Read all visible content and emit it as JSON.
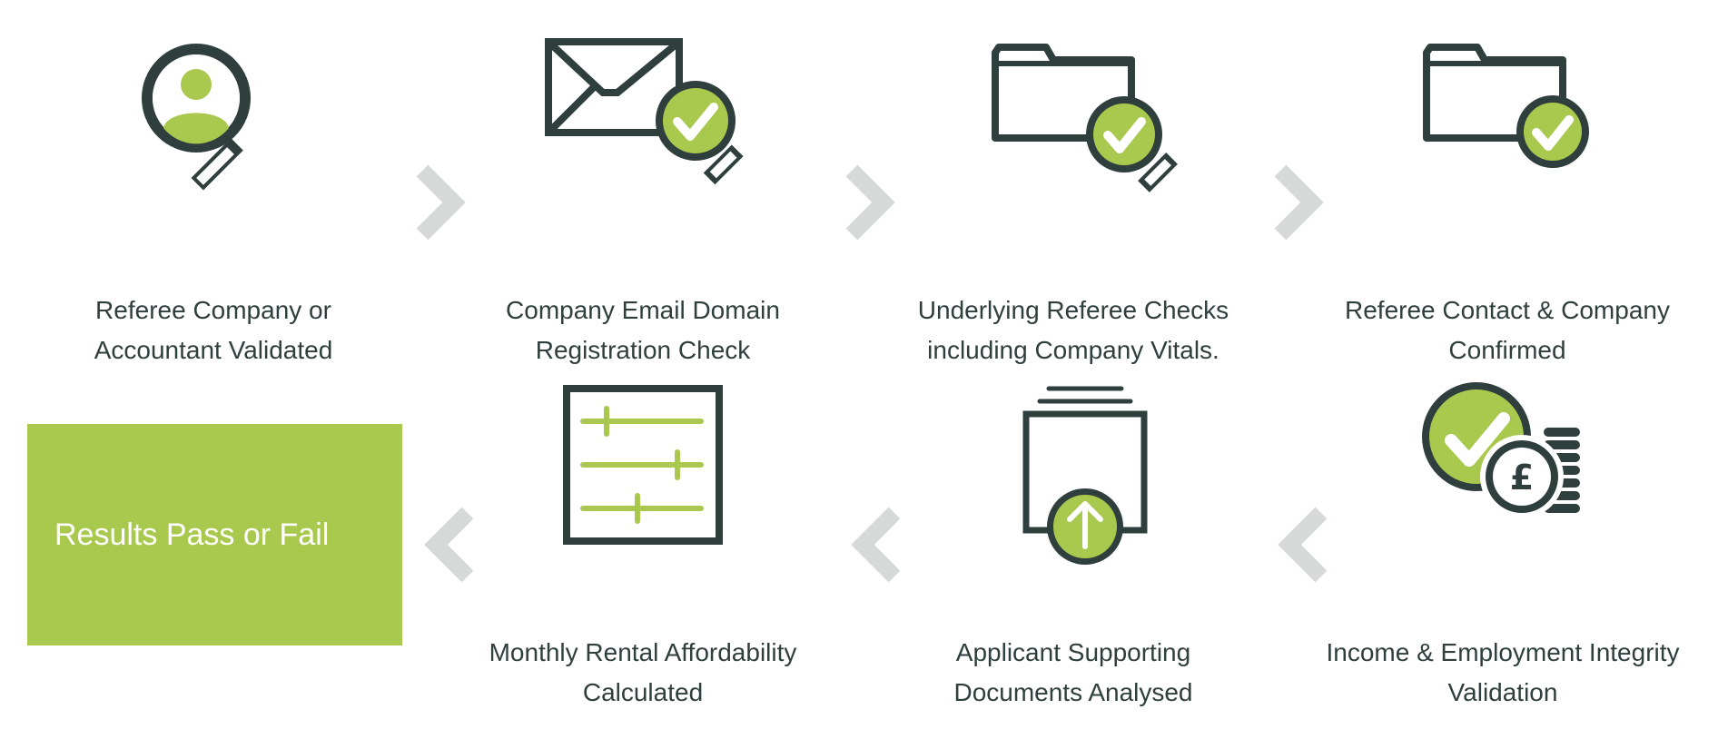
{
  "process": {
    "top_row": [
      {
        "label_line1": "Referee Company or",
        "label_line2": "Accountant Validated",
        "icon": "person-magnifier-icon"
      },
      {
        "label_line1": "Company Email Domain",
        "label_line2": "Registration Check",
        "icon": "envelope-check-magnifier-icon"
      },
      {
        "label_line1": "Underlying Referee Checks",
        "label_line2": "including Company Vitals.",
        "icon": "folder-check-magnifier-icon"
      },
      {
        "label_line1": "Referee Contact & Company",
        "label_line2": "Confirmed",
        "icon": "folder-check-icon"
      }
    ],
    "bottom_row": [
      {
        "label_line1": "Monthly Rental Affordability",
        "label_line2": "Calculated",
        "icon": "sliders-document-icon"
      },
      {
        "label_line1": "Applicant Supporting",
        "label_line2": "Documents Analysed",
        "icon": "document-upload-icon"
      },
      {
        "label_line1": "Income & Employment Integrity",
        "label_line2": "Validation",
        "icon": "check-pound-coins-icon"
      }
    ],
    "result": {
      "label": "Results Pass or Fail"
    }
  },
  "colors": {
    "dark": "#2f3f3d",
    "green": "#a9c94e",
    "chevron": "#d7d9d8",
    "background": "#ffffff"
  }
}
